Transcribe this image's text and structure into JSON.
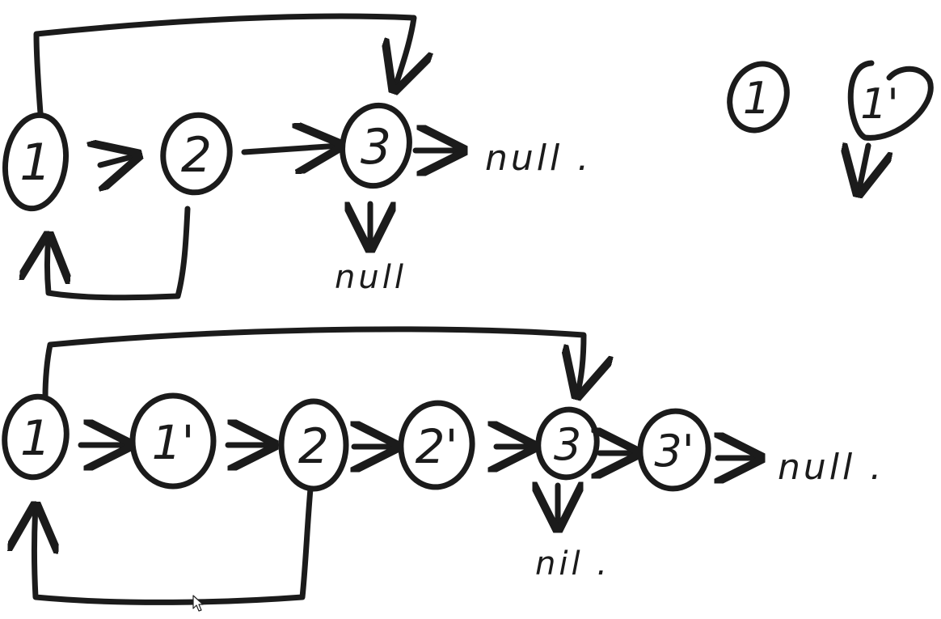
{
  "colors": {
    "ink": "#1b1b1b",
    "background": "#ffffff",
    "cursor_fill": "#ffffff",
    "cursor_stroke": "#222222"
  },
  "diagram_top": {
    "nodes": [
      {
        "id": "n1",
        "label": "1"
      },
      {
        "id": "n2",
        "label": "2"
      },
      {
        "id": "n3",
        "label": "3"
      }
    ],
    "null_right": "null .",
    "null_below": "null"
  },
  "diagram_bottom": {
    "nodes": [
      {
        "id": "n1",
        "label": "1"
      },
      {
        "id": "n1p",
        "label": "1'"
      },
      {
        "id": "n2",
        "label": "2"
      },
      {
        "id": "n2p",
        "label": "2'"
      },
      {
        "id": "n3",
        "label": "3"
      },
      {
        "id": "n3p",
        "label": "3'"
      }
    ],
    "null_right": "null .",
    "null_below": "nil ."
  },
  "side_sketch": {
    "nodes": [
      {
        "id": "s1",
        "label": "1"
      },
      {
        "id": "s1p",
        "label": "1'"
      }
    ]
  },
  "cursor_icon": "arrow-cursor-icon"
}
